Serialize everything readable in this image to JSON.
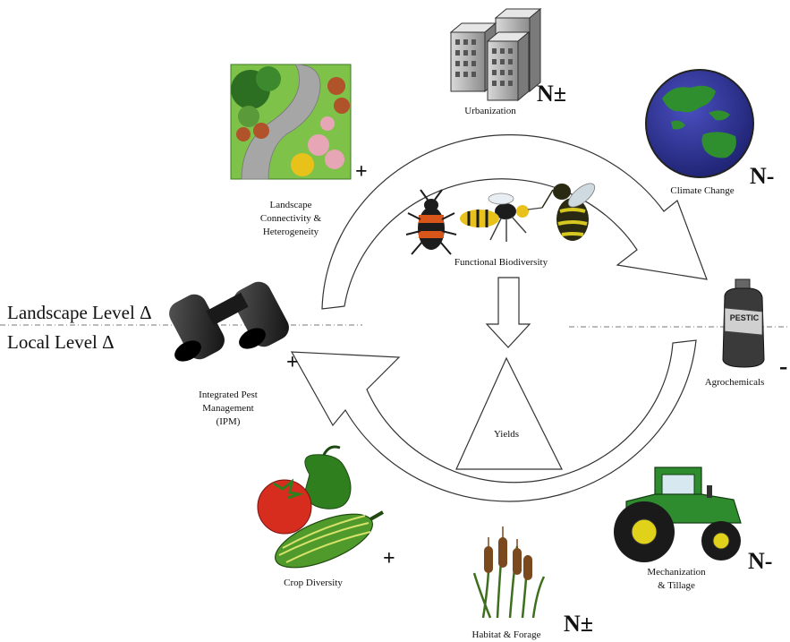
{
  "center": {
    "label_functional_biodiversity": "Functional Biodiversity",
    "label_yields": "Yields"
  },
  "levels": {
    "landscape": "Landscape Level Δ",
    "local": "Local Level Δ"
  },
  "factors": {
    "urbanization": {
      "label": "Urbanization",
      "sign": "N±"
    },
    "climate_change": {
      "label": "Climate Change",
      "sign": "N-"
    },
    "landscape_connectivity": {
      "label_lines": [
        "Landscape",
        "Connectivity &",
        "Heterogeneity"
      ],
      "sign": "+"
    },
    "ipm": {
      "label_lines": [
        "Integrated Pest",
        "Management",
        "(IPM)"
      ],
      "sign": "+"
    },
    "agrochemicals": {
      "label": "Agrochemicals",
      "sign": "-",
      "bottle_text": "PESTIC"
    },
    "crop_diversity": {
      "label": "Crop Diversity",
      "sign": "+"
    },
    "habitat_forage": {
      "label": "Habitat & Forage",
      "sign": "N±"
    },
    "mechanization": {
      "label_lines": [
        "Mechanization",
        "& Tillage"
      ],
      "sign": "N-"
    }
  },
  "colors": {
    "outline": "#333333",
    "globe_ocean": "#2b2f8f",
    "globe_land": "#2f8f2f",
    "tractor_green": "#2e8b2e",
    "tomato_red": "#d62d1f",
    "pepper_green": "#2f7f1f",
    "zucchini_green": "#4f9a2a",
    "landscape_grass": "#7fc24a"
  }
}
